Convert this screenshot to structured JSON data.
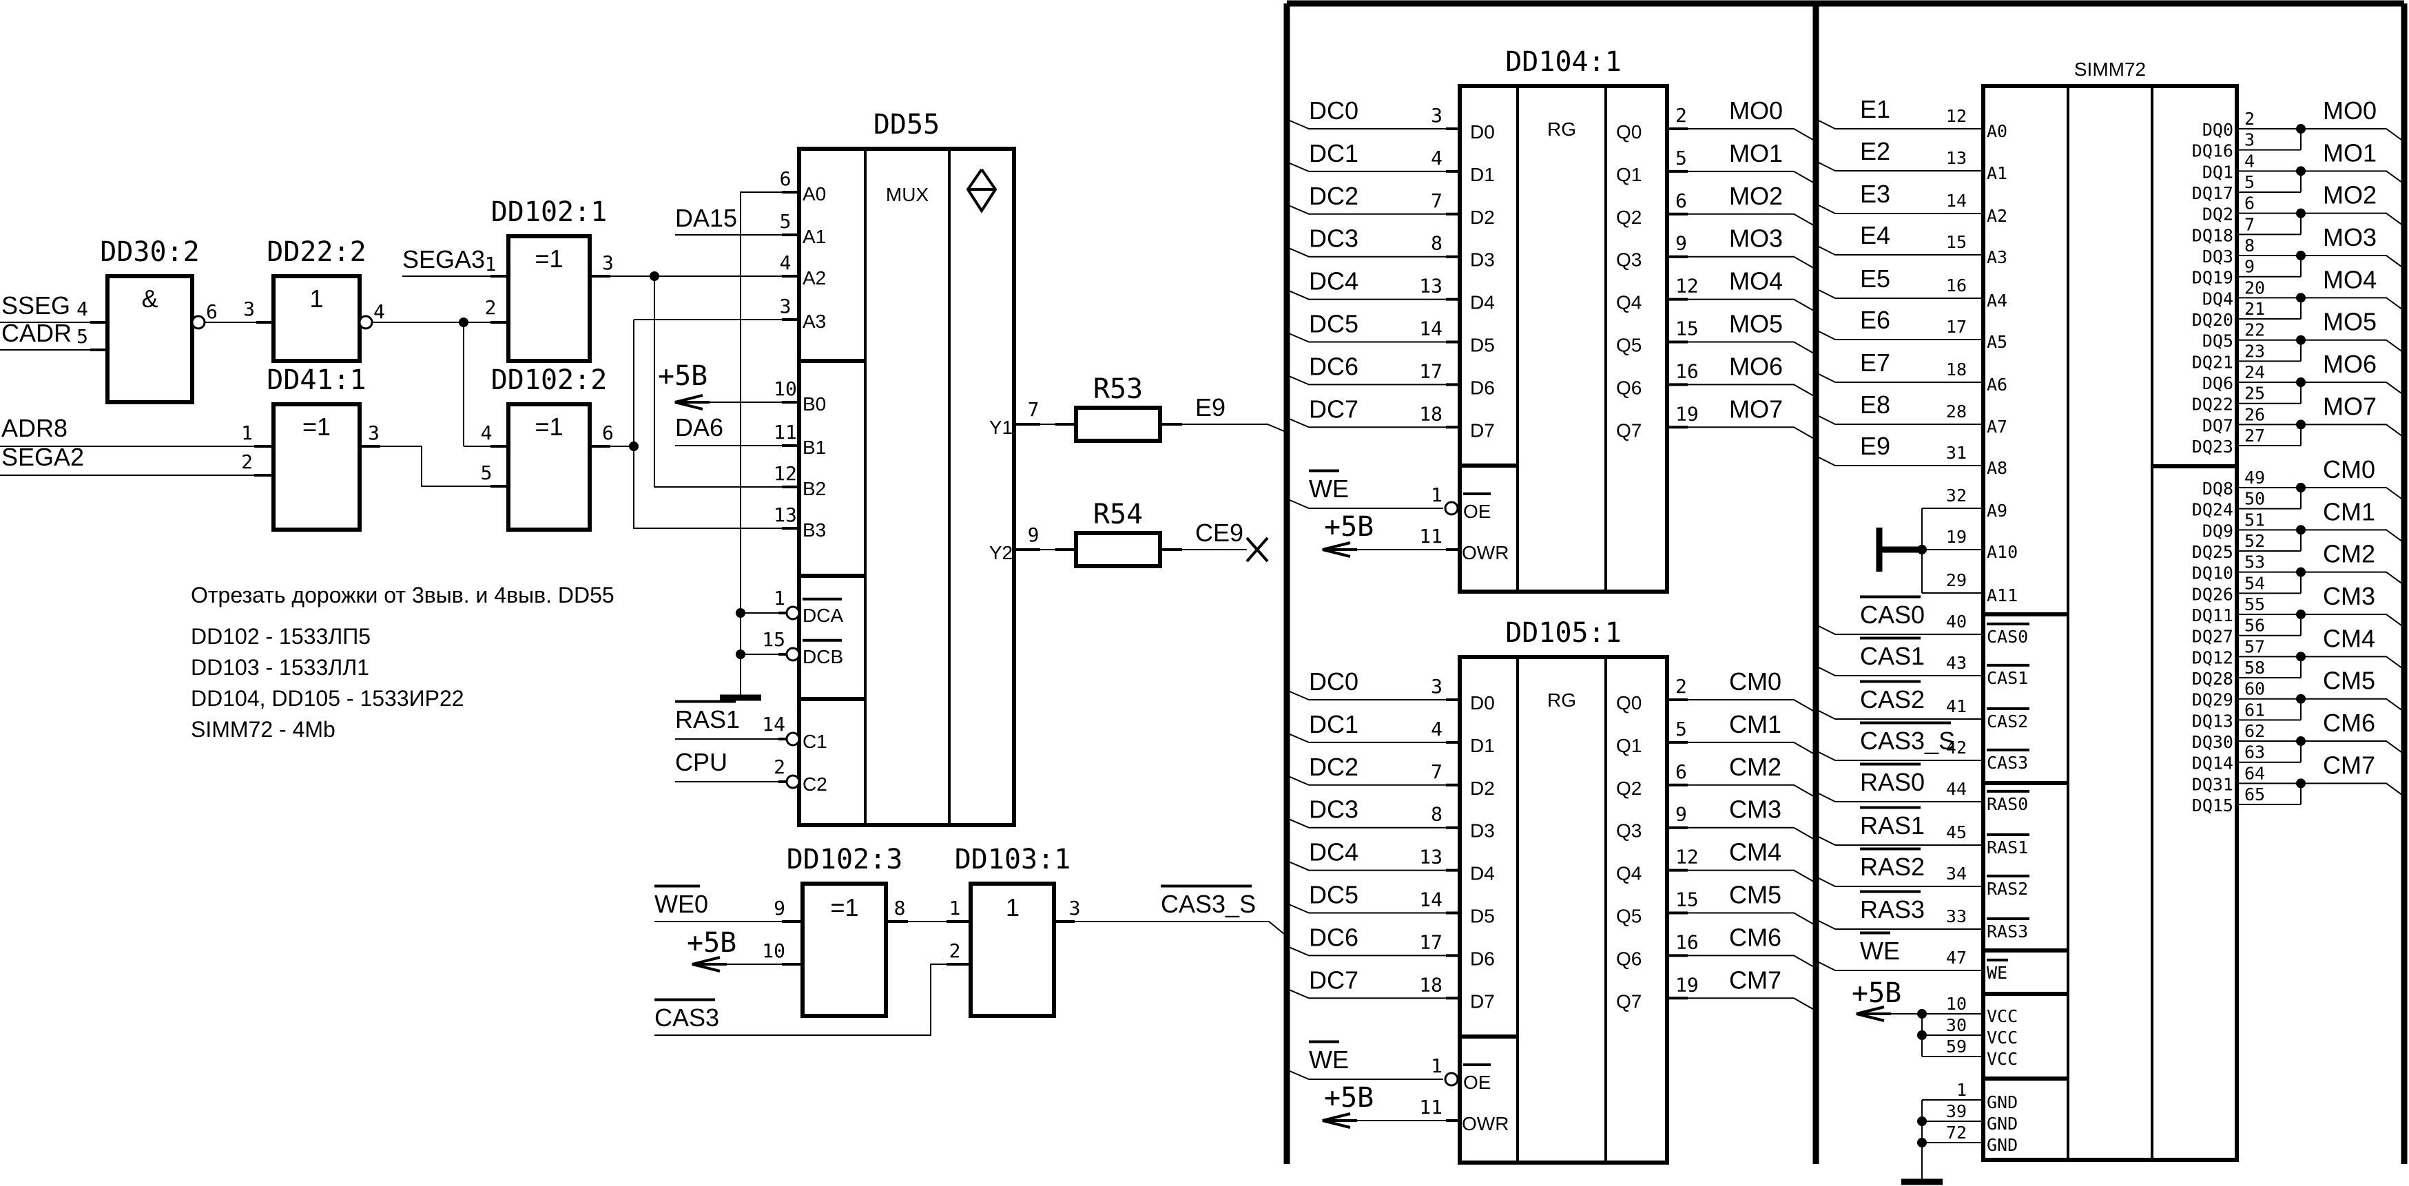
{
  "gates": {
    "dd30": {
      "title": "DD30:2",
      "symbol": "&",
      "inputs": [
        {
          "net": "SSEG",
          "pin": "4"
        },
        {
          "net": "CADR",
          "pin": "5"
        }
      ],
      "output_pin": "6"
    },
    "dd22": {
      "title": "DD22:2",
      "symbol": "1",
      "input_pin": "3",
      "output_pin": "4"
    },
    "dd41": {
      "title": "DD41:1",
      "symbol": "=1",
      "inputs": [
        {
          "net": "ADR8",
          "pin": "1"
        },
        {
          "net": "SEGA2",
          "pin": "2"
        }
      ],
      "output_pin": "3"
    },
    "dd102_1": {
      "title": "DD102:1",
      "symbol": "=1",
      "inputs": [
        {
          "net": "SEGA3",
          "pin": "1"
        },
        {
          "net": "",
          "pin": "2"
        }
      ],
      "output_pin": "3"
    },
    "dd102_2": {
      "title": "DD102:2",
      "symbol": "=1",
      "inputs": [
        {
          "net": "",
          "pin": "4"
        },
        {
          "net": "",
          "pin": "5"
        }
      ],
      "output_pin": "6"
    },
    "dd102_3": {
      "title": "DD102:3",
      "symbol": "=1",
      "inputs": [
        {
          "net": "WE0",
          "pin": "9",
          "inverted_label": true
        },
        {
          "net": "+5B",
          "pin": "10"
        }
      ],
      "output_pin": "8"
    },
    "dd103_1": {
      "title": "DD103:1",
      "symbol": "1",
      "inputs": [
        {
          "net": "",
          "pin": "1"
        },
        {
          "net": "CAS3",
          "pin": "2",
          "inverted_label": true
        }
      ],
      "output_pin": "3",
      "output_net": "CAS3_S"
    }
  },
  "mux": {
    "title": "DD55",
    "function": "MUX",
    "a_pins": [
      {
        "name": "A0",
        "pin": "6"
      },
      {
        "name": "A1",
        "pin": "5",
        "net": "DA15"
      },
      {
        "name": "A2",
        "pin": "4"
      },
      {
        "name": "A3",
        "pin": "3"
      }
    ],
    "b_pins": [
      {
        "name": "B0",
        "pin": "10",
        "net": "+5B"
      },
      {
        "name": "B1",
        "pin": "11",
        "net": "DA6"
      },
      {
        "name": "B2",
        "pin": "12"
      },
      {
        "name": "B3",
        "pin": "13"
      }
    ],
    "dc_pins": [
      {
        "name": "DCA",
        "pin": "1"
      },
      {
        "name": "DCB",
        "pin": "15"
      }
    ],
    "c_pins": [
      {
        "name": "C1",
        "pin": "14",
        "net": "RAS1",
        "net_inverted": true
      },
      {
        "name": "C2",
        "pin": "2",
        "net": "CPU"
      }
    ],
    "outputs": [
      {
        "name": "Y1",
        "pin": "7"
      },
      {
        "name": "Y2",
        "pin": "9"
      }
    ]
  },
  "resistors": [
    {
      "ref": "R53",
      "net": "E9",
      "terminated": false
    },
    {
      "ref": "R54",
      "net": "CE9",
      "terminated": true
    }
  ],
  "registers": [
    {
      "title": "DD104:1",
      "function": "RG",
      "inputs": [
        {
          "net": "DC0",
          "pin": "3",
          "name": "D0"
        },
        {
          "net": "DC1",
          "pin": "4",
          "name": "D1"
        },
        {
          "net": "DC2",
          "pin": "7",
          "name": "D2"
        },
        {
          "net": "DC3",
          "pin": "8",
          "name": "D3"
        },
        {
          "net": "DC4",
          "pin": "13",
          "name": "D4"
        },
        {
          "net": "DC5",
          "pin": "14",
          "name": "D5"
        },
        {
          "net": "DC6",
          "pin": "17",
          "name": "D6"
        },
        {
          "net": "DC7",
          "pin": "18",
          "name": "D7"
        }
      ],
      "outputs": [
        {
          "net": "MO0",
          "pin": "2",
          "name": "Q0"
        },
        {
          "net": "MO1",
          "pin": "5",
          "name": "Q1"
        },
        {
          "net": "MO2",
          "pin": "6",
          "name": "Q2"
        },
        {
          "net": "MO3",
          "pin": "9",
          "name": "Q3"
        },
        {
          "net": "MO4",
          "pin": "12",
          "name": "Q4"
        },
        {
          "net": "MO5",
          "pin": "15",
          "name": "Q5"
        },
        {
          "net": "MO6",
          "pin": "16",
          "name": "Q6"
        },
        {
          "net": "MO7",
          "pin": "19",
          "name": "Q7"
        }
      ],
      "oe": {
        "net": "WE",
        "pin": "1",
        "name": "OE"
      },
      "owr": {
        "net": "+5B",
        "pin": "11",
        "name": "OWR"
      }
    },
    {
      "title": "DD105:1",
      "function": "RG",
      "inputs": [
        {
          "net": "DC0",
          "pin": "3",
          "name": "D0"
        },
        {
          "net": "DC1",
          "pin": "4",
          "name": "D1"
        },
        {
          "net": "DC2",
          "pin": "7",
          "name": "D2"
        },
        {
          "net": "DC3",
          "pin": "8",
          "name": "D3"
        },
        {
          "net": "DC4",
          "pin": "13",
          "name": "D4"
        },
        {
          "net": "DC5",
          "pin": "14",
          "name": "D5"
        },
        {
          "net": "DC6",
          "pin": "17",
          "name": "D6"
        },
        {
          "net": "DC7",
          "pin": "18",
          "name": "D7"
        }
      ],
      "outputs": [
        {
          "net": "CM0",
          "pin": "2",
          "name": "Q0"
        },
        {
          "net": "CM1",
          "pin": "5",
          "name": "Q1"
        },
        {
          "net": "CM2",
          "pin": "6",
          "name": "Q2"
        },
        {
          "net": "CM3",
          "pin": "9",
          "name": "Q3"
        },
        {
          "net": "CM4",
          "pin": "12",
          "name": "Q4"
        },
        {
          "net": "CM5",
          "pin": "15",
          "name": "Q5"
        },
        {
          "net": "CM6",
          "pin": "16",
          "name": "Q6"
        },
        {
          "net": "CM7",
          "pin": "19",
          "name": "Q7"
        }
      ],
      "oe": {
        "net": "WE",
        "pin": "1",
        "name": "OE"
      },
      "owr": {
        "net": "+5B",
        "pin": "11",
        "name": "OWR"
      }
    }
  ],
  "simm": {
    "title": "SIMM72",
    "address": [
      {
        "net": "E1",
        "pin": "12",
        "name": "A0"
      },
      {
        "net": "E2",
        "pin": "13",
        "name": "A1"
      },
      {
        "net": "E3",
        "pin": "14",
        "name": "A2"
      },
      {
        "net": "E4",
        "pin": "15",
        "name": "A3"
      },
      {
        "net": "E5",
        "pin": "16",
        "name": "A4"
      },
      {
        "net": "E6",
        "pin": "17",
        "name": "A5"
      },
      {
        "net": "E7",
        "pin": "18",
        "name": "A6"
      },
      {
        "net": "E8",
        "pin": "28",
        "name": "A7"
      },
      {
        "net": "E9",
        "pin": "31",
        "name": "A8"
      },
      {
        "net": "",
        "pin": "32",
        "name": "A9"
      },
      {
        "net": "",
        "pin": "19",
        "name": "A10"
      },
      {
        "net": "",
        "pin": "29",
        "name": "A11"
      }
    ],
    "cas": [
      {
        "net": "CAS0",
        "pin": "40",
        "name": "CAS0"
      },
      {
        "net": "CAS1",
        "pin": "43",
        "name": "CAS1"
      },
      {
        "net": "CAS2",
        "pin": "41",
        "name": "CAS2"
      },
      {
        "net": "CAS3_S",
        "pin": "42",
        "name": "CAS3"
      }
    ],
    "ras": [
      {
        "net": "RAS0",
        "pin": "44",
        "name": "RAS0"
      },
      {
        "net": "RAS1",
        "pin": "45",
        "name": "RAS1"
      },
      {
        "net": "RAS2",
        "pin": "34",
        "name": "RAS2"
      },
      {
        "net": "RAS3",
        "pin": "33",
        "name": "RAS3"
      }
    ],
    "we": {
      "net": "WE",
      "pin": "47",
      "name": "WE"
    },
    "vcc": {
      "net": "+5B",
      "pins": [
        {
          "pin": "10",
          "name": "VCC"
        },
        {
          "pin": "30",
          "name": "VCC"
        },
        {
          "pin": "59",
          "name": "VCC"
        }
      ]
    },
    "gnd": {
      "pins": [
        {
          "pin": "1",
          "name": "GND"
        },
        {
          "pin": "39",
          "name": "GND"
        },
        {
          "pin": "72",
          "name": "GND"
        }
      ]
    },
    "dq_upper": [
      {
        "name": "DQ0",
        "pin": "2"
      },
      {
        "name": "DQ16",
        "pin": "3"
      },
      {
        "name": "DQ1",
        "pin": "4"
      },
      {
        "name": "DQ17",
        "pin": "5"
      },
      {
        "name": "DQ2",
        "pin": "6"
      },
      {
        "name": "DQ18",
        "pin": "7"
      },
      {
        "name": "DQ3",
        "pin": "8"
      },
      {
        "name": "DQ19",
        "pin": "9"
      },
      {
        "name": "DQ4",
        "pin": "20"
      },
      {
        "name": "DQ20",
        "pin": "21"
      },
      {
        "name": "DQ5",
        "pin": "22"
      },
      {
        "name": "DQ21",
        "pin": "23"
      },
      {
        "name": "DQ6",
        "pin": "24"
      },
      {
        "name": "DQ22",
        "pin": "25"
      },
      {
        "name": "DQ7",
        "pin": "26"
      },
      {
        "name": "DQ23",
        "pin": "27"
      }
    ],
    "dq_upper_nets": [
      "MO0",
      "MO1",
      "MO2",
      "MO3",
      "MO4",
      "MO5",
      "MO6",
      "MO7"
    ],
    "dq_lower": [
      {
        "name": "DQ8",
        "pin": "49"
      },
      {
        "name": "DQ24",
        "pin": "50"
      },
      {
        "name": "DQ9",
        "pin": "51"
      },
      {
        "name": "DQ25",
        "pin": "52"
      },
      {
        "name": "DQ10",
        "pin": "53"
      },
      {
        "name": "DQ26",
        "pin": "54"
      },
      {
        "name": "DQ11",
        "pin": "55"
      },
      {
        "name": "DQ27",
        "pin": "56"
      },
      {
        "name": "DQ12",
        "pin": "57"
      },
      {
        "name": "DQ28",
        "pin": "58"
      },
      {
        "name": "DQ29",
        "pin": "60"
      },
      {
        "name": "DQ13",
        "pin": "61"
      },
      {
        "name": "DQ30",
        "pin": "62"
      },
      {
        "name": "DQ14",
        "pin": "63"
      },
      {
        "name": "DQ31",
        "pin": "64"
      },
      {
        "name": "DQ15",
        "pin": "65"
      }
    ],
    "dq_lower_nets": [
      "CM0",
      "CM1",
      "CM2",
      "CM3",
      "CM4",
      "CM5",
      "CM6",
      "CM7"
    ]
  },
  "power_label": "+5B",
  "notes": {
    "instruction": "Отрезать дорожки от 3выв. и 4выв. DD55",
    "parts": [
      "DD102 - 1533ЛП5",
      "DD103 - 1533ЛЛ1",
      "DD104, DD105 - 1533ИР22",
      "SIMM72 - 4Mb"
    ]
  }
}
